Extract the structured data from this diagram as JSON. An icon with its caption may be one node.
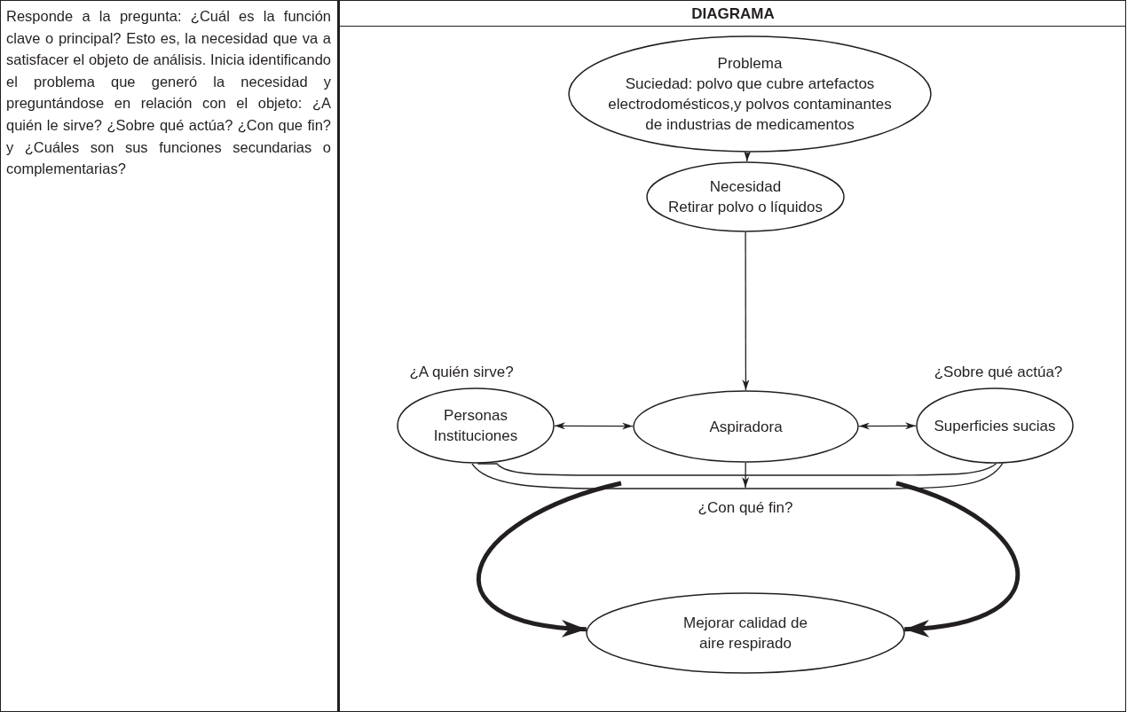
{
  "diagram": {
    "nodes": [
      {
        "text": [
          "Problema",
          "Suciedad: polvo que cubre artefactos electrodomésticos,y polvos contaminantes de industrias de medicamentos"
        ]
      },
      {
        "text": [
          "Necesidad",
          "Retirar polvo o líquidos"
        ]
      },
      {
        "text": [
          "Personas Instituciones"
        ],
        "beside": [
          "¿A quién sirve?"
        ]
      },
      {
        "text": [
          "Aspiradora"
        ]
      },
      {
        "text": [
          "Superficies sucias"
        ],
        "beside": [
          "¿Sobre qué actúa?"
        ]
      },
      {
        "text": [
          "Mejorar calidad de aire respirado"
        ]
      }
    ],
    "edges": [
      {
        "from": 0,
        "to": 1,
        "arrow": "to"
      },
      {
        "from": 1,
        "to": 3,
        "arrow": "to"
      },
      {
        "from": 2,
        "to": 3,
        "arrow": "both"
      },
      {
        "from": 3,
        "to": 4,
        "arrow": "both"
      },
      {
        "from": 3,
        "to": null,
        "arrow": "to",
        "label": "¿Con qué fin?"
      },
      {
        "from": null,
        "to": 5,
        "arrow": "to",
        "style": "thick"
      },
      {
        "from": null,
        "to": 5,
        "arrow": "to",
        "style": "thick"
      },
      {
        "from": 2,
        "to": 4,
        "arrow": "none"
      },
      {
        "from": 2,
        "to": 4,
        "arrow": "none"
      }
    ],
    "labels": [
      "Responde a la pregunta: ¿Cuál es la función clave o principal? Esto es, la necesidad que va a satisfacer el objeto de análisis. Inicia identificando el problema que generó la necesidad y preguntándose en relación con el objeto: ¿A quién le sirve? ¿Sobre qué actúa? ¿Con que fin? y ¿Cuáles son sus funciones secundarias o complementarias?",
      "DIAGRAMA"
    ]
  }
}
